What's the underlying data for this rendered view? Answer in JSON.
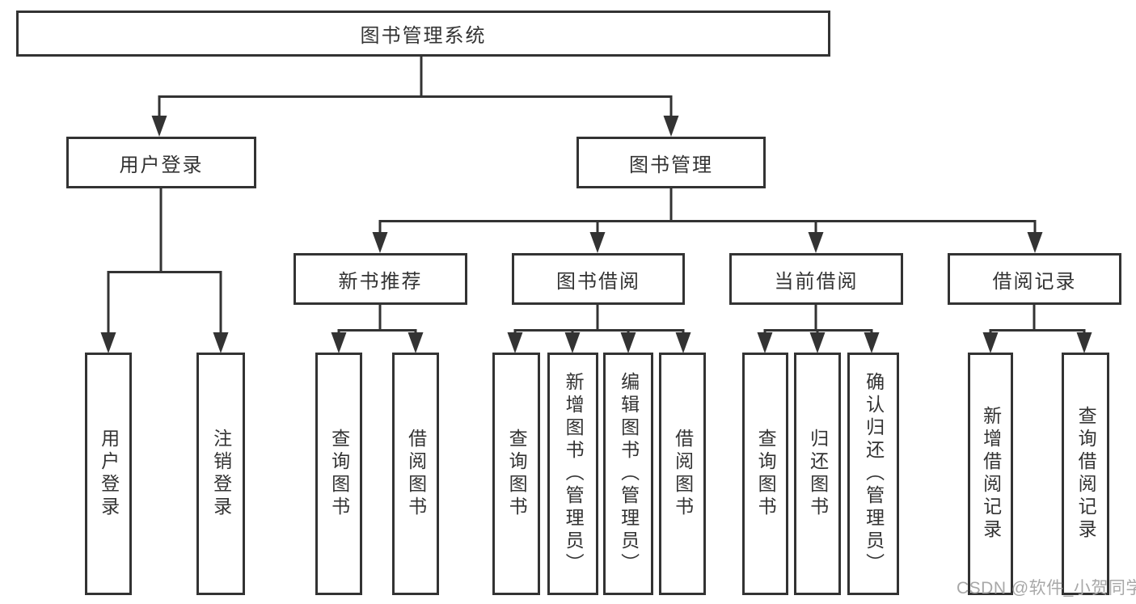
{
  "diagram": {
    "title": "图书管理系统",
    "root": {
      "label": "图书管理系统"
    },
    "level1": [
      {
        "label": "用户登录"
      },
      {
        "label": "图书管理"
      }
    ],
    "level2": [
      {
        "label": "新书推荐",
        "parent": "图书管理"
      },
      {
        "label": "图书借阅",
        "parent": "图书管理"
      },
      {
        "label": "当前借阅",
        "parent": "图书管理"
      },
      {
        "label": "借阅记录",
        "parent": "图书管理"
      }
    ],
    "leaves": [
      {
        "label": "用户登录",
        "parent": "用户登录"
      },
      {
        "label": "注销登录",
        "parent": "用户登录"
      },
      {
        "label": "查询图书",
        "parent": "新书推荐"
      },
      {
        "label": "借阅图书",
        "parent": "新书推荐"
      },
      {
        "label": "查询图书",
        "parent": "图书借阅"
      },
      {
        "label": "新增图书（管理员）",
        "parent": "图书借阅"
      },
      {
        "label": "编辑图书（管理员）",
        "parent": "图书借阅"
      },
      {
        "label": "借阅图书",
        "parent": "图书借阅"
      },
      {
        "label": "查询图书",
        "parent": "当前借阅"
      },
      {
        "label": "归还图书",
        "parent": "当前借阅"
      },
      {
        "label": "确认归还（管理员）",
        "parent": "当前借阅"
      },
      {
        "label": "新增借阅记录",
        "parent": "借阅记录"
      },
      {
        "label": "查询借阅记录",
        "parent": "借阅记录"
      }
    ]
  },
  "watermark": {
    "text": "CSDN @软件_小贺同学"
  },
  "colors": {
    "line": "#333333",
    "box_border": "#333333",
    "text": "#333333",
    "watermark": "#a8a8a8",
    "background": "#ffffff"
  }
}
